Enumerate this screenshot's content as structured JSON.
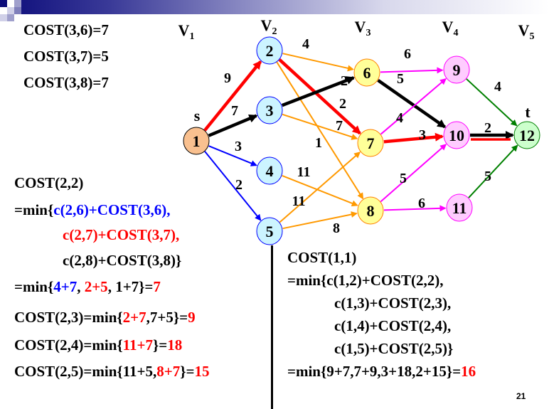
{
  "colors": {
    "red": "#ff0000",
    "blue": "#0000ff",
    "black": "#000000"
  },
  "cost3": [
    "COST(3,6)=7",
    "COST(3,7)=5",
    "COST(3,8)=7"
  ],
  "stages": [
    "V",
    "V",
    "V",
    "V",
    "V"
  ],
  "stage_subs": [
    "1",
    "2",
    "3",
    "4",
    "5"
  ],
  "source_label": "s",
  "sink_label": "t",
  "nodes": [
    {
      "id": "1",
      "fill": "#f9c08f",
      "stroke": "#000"
    },
    {
      "id": "2",
      "fill": "#ccf4ff",
      "stroke": "#0000ff"
    },
    {
      "id": "3",
      "fill": "#ccf4ff",
      "stroke": "#0000ff"
    },
    {
      "id": "4",
      "fill": "#ccf4ff",
      "stroke": "#0000ff"
    },
    {
      "id": "5",
      "fill": "#ccf4ff",
      "stroke": "#0000ff"
    },
    {
      "id": "6",
      "fill": "#ffff99",
      "stroke": "#ff8000"
    },
    {
      "id": "7",
      "fill": "#ffff99",
      "stroke": "#ff8000"
    },
    {
      "id": "8",
      "fill": "#ffff99",
      "stroke": "#ff8000"
    },
    {
      "id": "9",
      "fill": "#ffccff",
      "stroke": "#ff00ff"
    },
    {
      "id": "10",
      "fill": "#ffccff",
      "stroke": "#ff00ff"
    },
    {
      "id": "11",
      "fill": "#ffccff",
      "stroke": "#ff00ff"
    },
    {
      "id": "12",
      "fill": "#ccffcc",
      "stroke": "#008000"
    }
  ],
  "edges": [
    {
      "from": "1",
      "to": "2",
      "w": "9",
      "color": "#ff0000",
      "bold": true
    },
    {
      "from": "1",
      "to": "3",
      "w": "7",
      "color": "#000000",
      "bold": true
    },
    {
      "from": "1",
      "to": "4",
      "w": "3",
      "color": "#0000ff"
    },
    {
      "from": "1",
      "to": "5",
      "w": "2",
      "color": "#0000ff"
    },
    {
      "from": "2",
      "to": "6",
      "w": "4",
      "color": "#ff9900"
    },
    {
      "from": "2",
      "to": "7",
      "w": "2",
      "color": "#ff0000",
      "bold": true
    },
    {
      "from": "2",
      "to": "8",
      "w": "1",
      "color": "#ff9900"
    },
    {
      "from": "3",
      "to": "6",
      "w": "2",
      "color": "#000000",
      "bold": true
    },
    {
      "from": "3",
      "to": "7",
      "w": "7",
      "color": "#ff9900"
    },
    {
      "from": "4",
      "to": "8",
      "w": "11",
      "color": "#ff9900"
    },
    {
      "from": "5",
      "to": "7",
      "w": "11",
      "color": "#ff9900"
    },
    {
      "from": "5",
      "to": "8",
      "w": "8",
      "color": "#ff9900"
    },
    {
      "from": "6",
      "to": "9",
      "w": "6",
      "color": "#ff00ff"
    },
    {
      "from": "6",
      "to": "10",
      "w": "5",
      "color": "#000000",
      "bold": true
    },
    {
      "from": "7",
      "to": "9",
      "w": "4",
      "color": "#ff00ff"
    },
    {
      "from": "7",
      "to": "10",
      "w": "3",
      "color": "#ff0000",
      "bold": true
    },
    {
      "from": "8",
      "to": "10",
      "w": "5",
      "color": "#ff00ff"
    },
    {
      "from": "8",
      "to": "11",
      "w": "6",
      "color": "#ff00ff"
    },
    {
      "from": "9",
      "to": "12",
      "w": "4",
      "color": "#008000"
    },
    {
      "from": "10",
      "to": "12",
      "w": "2",
      "color": "#000000",
      "bold": true
    },
    {
      "from": "11",
      "to": "12",
      "w": "5",
      "color": "#008000"
    }
  ],
  "left_text": [
    [
      {
        "t": "COST(2,2)"
      }
    ],
    [
      {
        "t": "=min{"
      },
      {
        "t": "c(2,6)+COST(3,6),",
        "c": "blue"
      }
    ],
    [
      {
        "t": "c(2,7)+COST(3,7),",
        "c": "red"
      }
    ],
    [
      {
        "t": "c(2,8)+COST(3,8)}"
      }
    ],
    [
      {
        "t": "=min{"
      },
      {
        "t": "4+7",
        "c": "blue"
      },
      {
        "t": ", "
      },
      {
        "t": "2+5",
        "c": "red"
      },
      {
        "t": ", 1+7}="
      },
      {
        "t": "7",
        "c": "red"
      }
    ],
    [
      {
        "t": "COST(2,3)=min{"
      },
      {
        "t": "2+7",
        "c": "red"
      },
      {
        "t": ",7+5}="
      },
      {
        "t": "9",
        "c": "red"
      }
    ],
    [
      {
        "t": "COST(2,4)=min{"
      },
      {
        "t": "11+7",
        "c": "red"
      },
      {
        "t": "}="
      },
      {
        "t": "18",
        "c": "red"
      }
    ],
    [
      {
        "t": "COST(2,5)=min{11+5,"
      },
      {
        "t": "8+7",
        "c": "red"
      },
      {
        "t": "}="
      },
      {
        "t": "15",
        "c": "red"
      }
    ]
  ],
  "right_text": [
    [
      {
        "t": "COST(1,1)"
      }
    ],
    [
      {
        "t": "=min{c(1,2)+COST(2,2),"
      }
    ],
    [
      {
        "t": "c(1,3)+COST(2,3),"
      }
    ],
    [
      {
        "t": "c(1,4)+COST(2,4),"
      }
    ],
    [
      {
        "t": "c(1,5)+COST(2,5)}"
      }
    ],
    [
      {
        "t": "=min{9+7,7+9,3+18,2+15}="
      },
      {
        "t": "16",
        "c": "red"
      }
    ]
  ],
  "page_number": "21"
}
